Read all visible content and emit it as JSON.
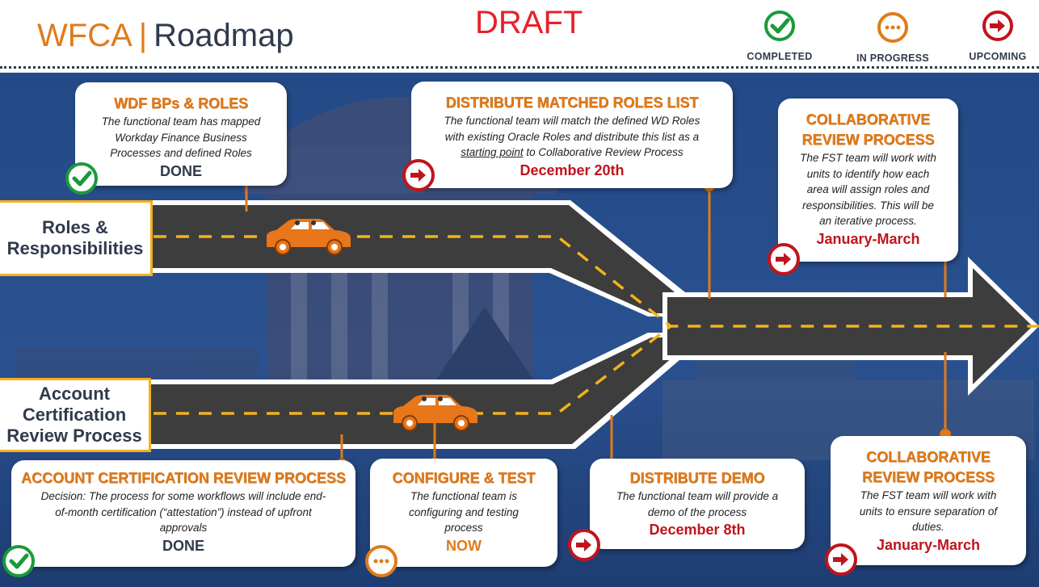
{
  "header": {
    "brand": "WFCA",
    "separator": "|",
    "title": "Roadmap",
    "draft": "DRAFT"
  },
  "legend": [
    {
      "label": "COMPLETED",
      "icon": "check-icon",
      "color": "#1a9a3a"
    },
    {
      "label": "IN PROGRESS",
      "icon": "ellipsis-icon",
      "color": "#e07b1a"
    },
    {
      "label": "UPCOMING",
      "icon": "arrow-right-icon",
      "color": "#c0141c"
    }
  ],
  "lanes": {
    "roles": [
      "Roles &",
      "Responsibilities"
    ],
    "account": [
      "Account",
      "Certification",
      "Review Process"
    ]
  },
  "cards": {
    "wdf": {
      "title": "WDF BPs & ROLES",
      "desc": [
        "The functional team has mapped",
        "Workday Finance Business",
        "Processes and defined Roles"
      ],
      "status": "DONE",
      "state": "completed"
    },
    "distribute_roles": {
      "title": "DISTRIBUTE MATCHED ROLES LIST",
      "desc": [
        "The functional team will match the defined WD Roles",
        "with existing Oracle Roles and distribute this list as a"
      ],
      "desc_underlined": "starting point",
      "desc_tail": " to Collaborative Review Process",
      "status": "December 20th",
      "state": "upcoming"
    },
    "collab_top": {
      "title": [
        "COLLABORATIVE",
        "REVIEW PROCESS"
      ],
      "desc": [
        "The FST team will work with",
        "units to identify how each",
        "area will assign roles and",
        "responsibilities. This will be",
        "an iterative process."
      ],
      "status": "January-March",
      "state": "upcoming"
    },
    "account_review": {
      "title": "ACCOUNT CERTIFICATION REVIEW PROCESS",
      "desc": [
        "Decision:  The process for some workflows will include end-",
        "of-month certification (“attestation”) instead of upfront",
        "approvals"
      ],
      "status": "DONE",
      "state": "completed"
    },
    "configure": {
      "title": "CONFIGURE & TEST",
      "desc": [
        "The functional team is",
        "configuring and testing",
        "process"
      ],
      "status": "NOW",
      "state": "in-progress"
    },
    "demo": {
      "title": "DISTRIBUTE DEMO",
      "desc": [
        "The functional team will provide a",
        "demo of the process"
      ],
      "status": "December 8th",
      "state": "upcoming"
    },
    "collab_bottom": {
      "title": [
        "COLLABORATIVE",
        "REVIEW PROCESS"
      ],
      "desc": [
        "The FST team will work with",
        "units to ensure separation of",
        "duties."
      ],
      "status": "January-March",
      "state": "upcoming"
    }
  },
  "colors": {
    "brand_orange": "#e07b1a",
    "navy": "#2f3a4d",
    "lane_border": "#f2b21b",
    "road": "#3d3d3d",
    "stripe": "#f2b21b",
    "car": "#e8761a",
    "upcoming_red": "#c0141c",
    "completed_green": "#1a9a3a"
  }
}
